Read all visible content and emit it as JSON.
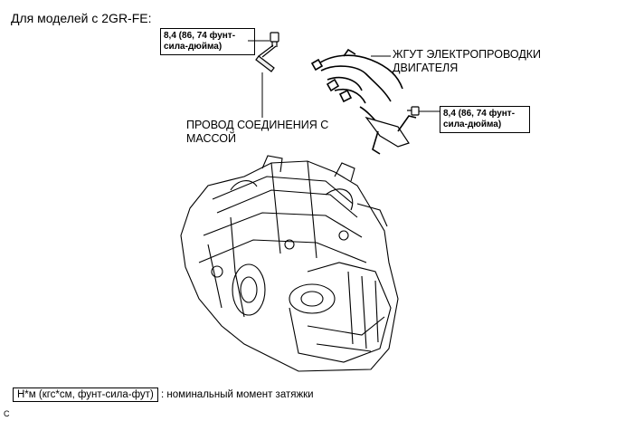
{
  "heading": "Для моделей с 2GR-FE:",
  "torque_box_1": "8,4 (86, 74 фунт-\nсила-дюйма)",
  "torque_box_2": "8,4 (86, 74 фунт-\nсила-дюйма)",
  "label_ground_wire": "ПРОВОД СОЕДИНЕНИЯ С\nМАССОЙ",
  "label_harness": "ЖГУТ ЭЛЕКТРОПРОВОДКИ\nДВИГАТЕЛЯ",
  "legend": {
    "unit_box": "Н*м (кгс*см, фунт-сила-фут)",
    "description": ": номинальный момент затяжки"
  },
  "corner_mark": "C"
}
